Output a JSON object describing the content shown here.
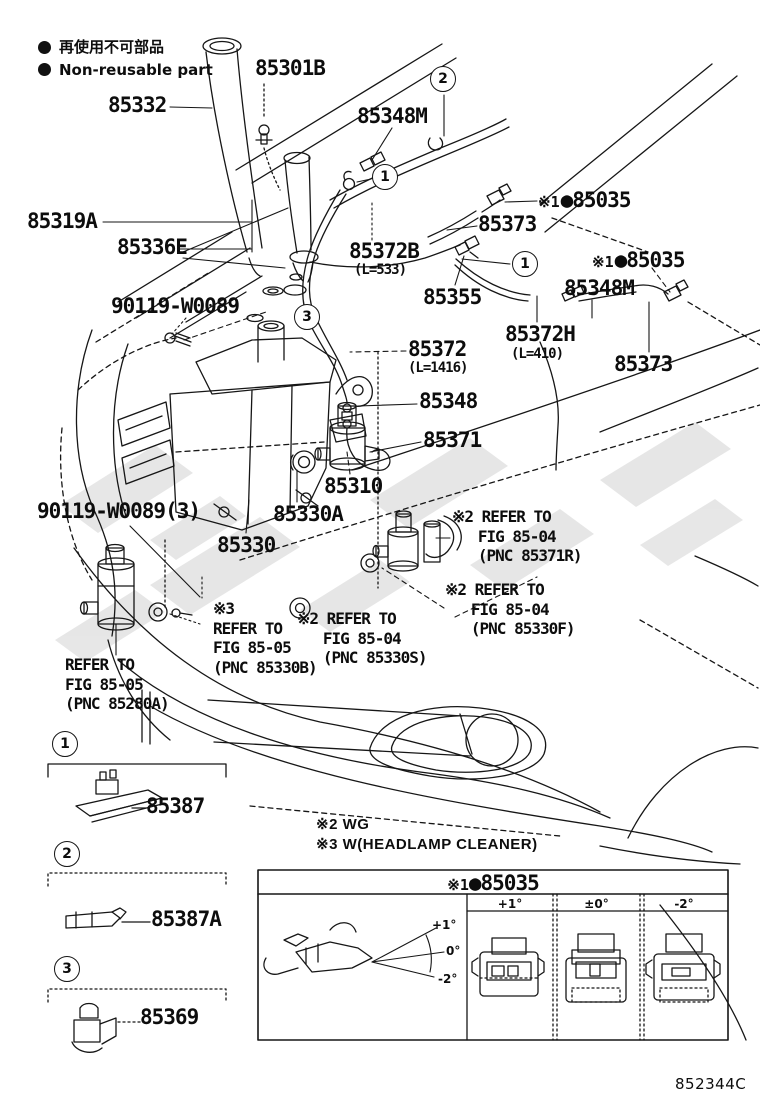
{
  "legend": {
    "jp": "再使用不可部品",
    "en": "Non-reusable part"
  },
  "doc_number": "852344C",
  "callouts": {
    "c1": "1",
    "c2": "2",
    "c3": "3"
  },
  "parts": {
    "p85332": "85332",
    "p85301B": "85301B",
    "p85348M_top": "85348M",
    "p85373_top": "85373",
    "p85372B": "85372B",
    "p85372B_len": "(L=533)",
    "p85319A": "85319A",
    "p85336E": "85336E",
    "p85355": "85355",
    "p85348M_mid": "85348M",
    "p85372H": "85372H",
    "p85372H_len": "(L=410)",
    "p90119": "90119-W0089",
    "p85372": "85372",
    "p85372_len": "(L=1416)",
    "p85373_low": "85373",
    "p85348": "85348",
    "p85371": "85371",
    "p85310": "85310",
    "p90119_3": "90119-W0089(3)",
    "p85330A": "85330A",
    "p85330": "85330",
    "p85387": "85387",
    "p85387A": "85387A",
    "p85369": "85369"
  },
  "nozzle": {
    "ref": "※1",
    "code": "●85035"
  },
  "refer_notes": {
    "r85371R": "※2 REFER TO\n   FIG 85-04\n   (PNC 85371R)",
    "r85330F": "※2 REFER TO\n   FIG 85-04\n   (PNC 85330F)",
    "r85330B": "※3\nREFER TO\nFIG 85-05\n(PNC 85330B)",
    "r85330S": "※2 REFER TO\n   FIG 85-04\n   (PNC 85330S)",
    "r85280A": "REFER TO\nFIG 85-05\n(PNC 85280A)"
  },
  "footnotes": {
    "wg": "※2 WG",
    "headlamp": "※3 W(HEADLAMP CLEANER)"
  },
  "table": {
    "header_ref": "※1",
    "header_code": "●85035",
    "columns": [
      "+1°",
      "±0°",
      "-2°"
    ],
    "angles": {
      "top": "+1°",
      "mid": "0°",
      "bot": "-2°"
    }
  }
}
